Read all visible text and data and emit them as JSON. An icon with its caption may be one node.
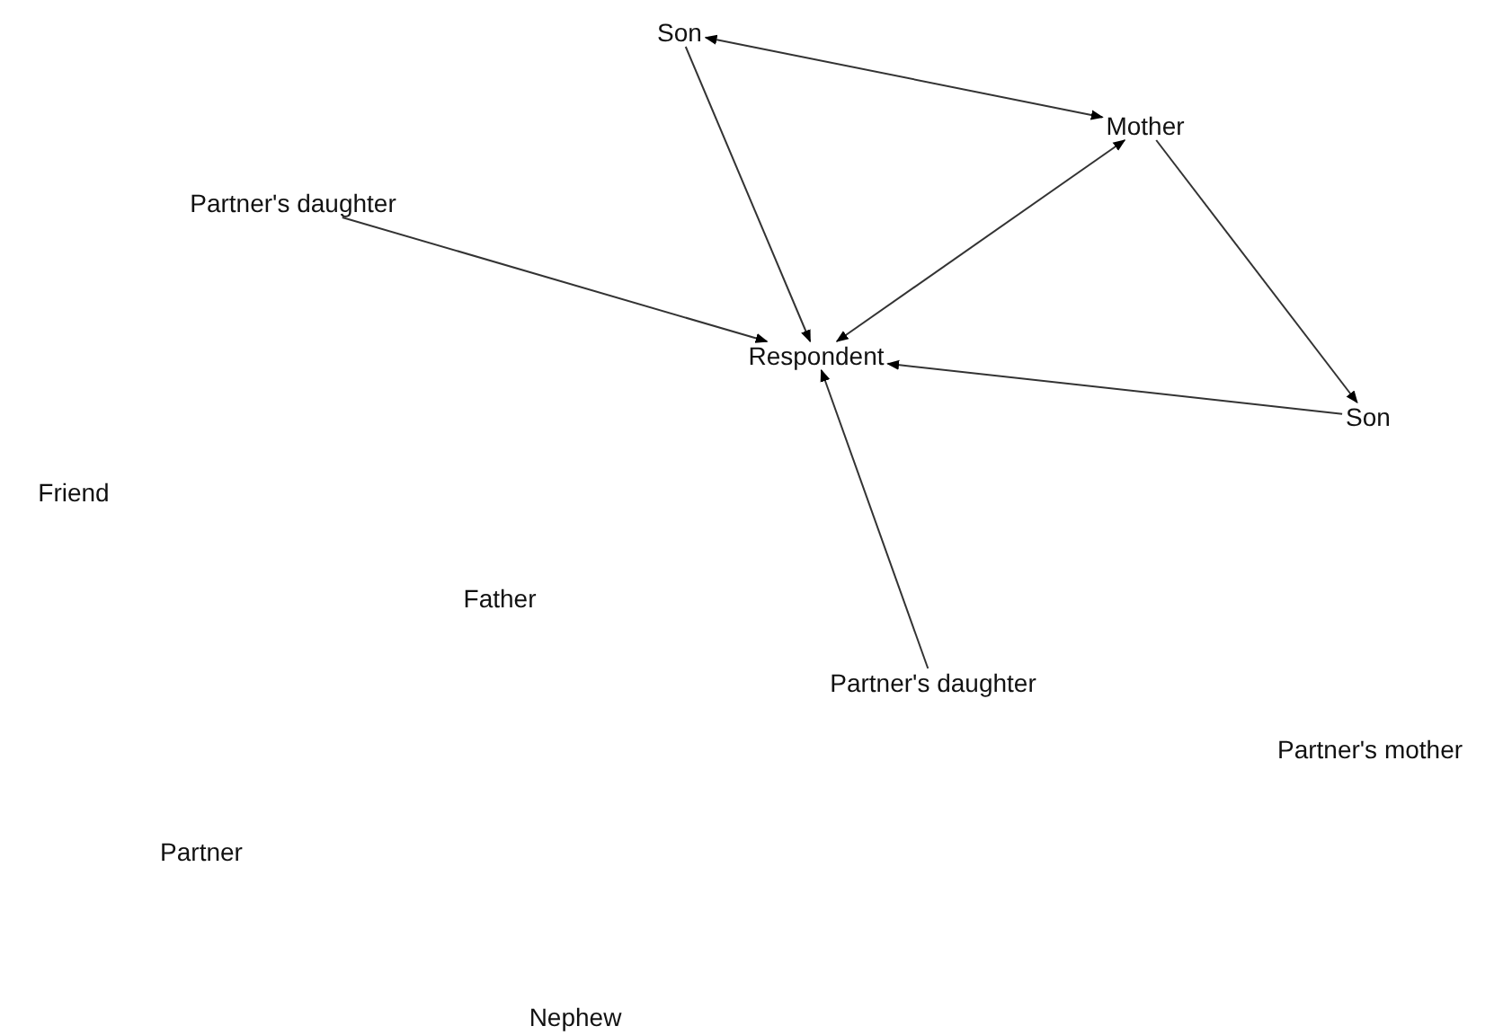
{
  "diagram": {
    "nodes": [
      {
        "text": [
          "Son"
        ]
      },
      {
        "text": [
          "Mother"
        ]
      },
      {
        "text": [
          "Partner's daughter"
        ]
      },
      {
        "text": [
          "Respondent"
        ]
      },
      {
        "text": [
          "Son"
        ]
      },
      {
        "text": [
          "Friend"
        ]
      },
      {
        "text": [
          "Father"
        ]
      },
      {
        "text": [
          "Partner's daughter"
        ]
      },
      {
        "text": [
          "Partner's mother"
        ]
      },
      {
        "text": [
          "Partner"
        ]
      },
      {
        "text": [
          "Nephew"
        ]
      }
    ],
    "edges": [
      {
        "from": 0,
        "to": 3,
        "arrow": "to"
      },
      {
        "from": 1,
        "to": 0,
        "arrow": "both"
      },
      {
        "from": 1,
        "to": 3,
        "arrow": "both"
      },
      {
        "from": 1,
        "to": 4,
        "arrow": "to"
      },
      {
        "from": 2,
        "to": 3,
        "arrow": "to"
      },
      {
        "from": 4,
        "to": 3,
        "arrow": "to"
      },
      {
        "from": 7,
        "to": 3,
        "arrow": "to"
      }
    ]
  }
}
